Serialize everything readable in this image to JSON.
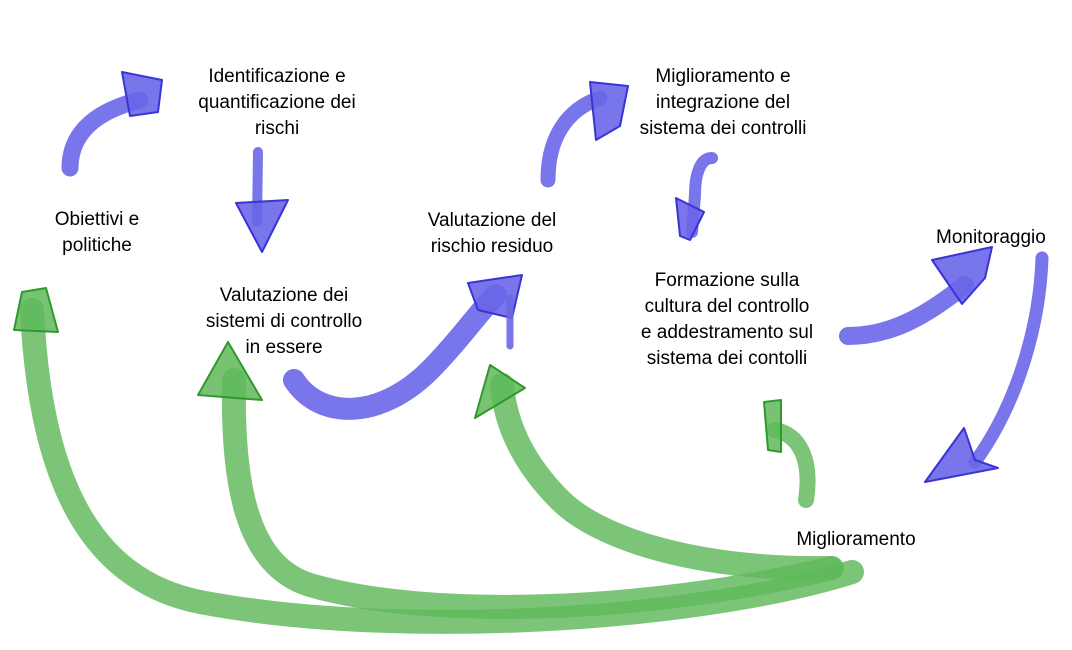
{
  "diagram": {
    "nodes": {
      "obiettivi": {
        "lines": [
          "Obiettivi e",
          "politiche"
        ]
      },
      "identificazione": {
        "lines": [
          "Identificazione e",
          "quantificazione dei",
          "rischi"
        ]
      },
      "valutazione_sistemi": {
        "lines": [
          "Valutazione dei",
          "sistemi di controllo",
          "in essere"
        ]
      },
      "valutazione_rischio": {
        "lines": [
          "Valutazione del",
          "rischio residuo"
        ]
      },
      "miglioramento_integrazione": {
        "lines": [
          "Miglioramento e",
          "integrazione del",
          "sistema dei controlli"
        ]
      },
      "formazione": {
        "lines": [
          "Formazione sulla",
          "cultura del controllo",
          "e addestramento sul",
          "sistema dei contolli"
        ]
      },
      "monitoraggio": {
        "lines": [
          "Monitoraggio"
        ]
      },
      "miglioramento": {
        "lines": [
          "Miglioramento"
        ]
      }
    },
    "colors": {
      "flow": "#6a66e8",
      "flow_dark": "#3b33d6",
      "feedback": "#5fb85a",
      "feedback_dark": "#2f9a2c",
      "text": "#000000"
    }
  }
}
